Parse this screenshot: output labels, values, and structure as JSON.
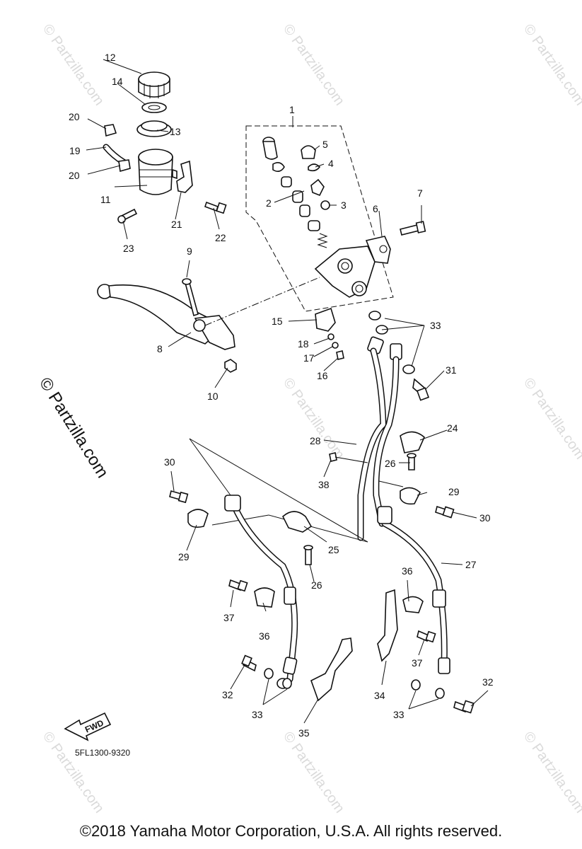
{
  "diagram": {
    "diagram_code": "5FL1300-9320",
    "fwd_label": "FWD",
    "copyright": "©2018 Yamaha Motor Corporation, U.S.A. All rights reserved.",
    "watermark_text": "© Partzilla.com",
    "callouts": [
      "1",
      "2",
      "3",
      "4",
      "5",
      "6",
      "7",
      "8",
      "9",
      "10",
      "11",
      "12",
      "13",
      "14",
      "15",
      "16",
      "17",
      "18",
      "19",
      "20",
      "20",
      "21",
      "22",
      "23",
      "24",
      "25",
      "26",
      "26",
      "27",
      "28",
      "29",
      "29",
      "30",
      "30",
      "31",
      "32",
      "32",
      "33",
      "33",
      "33",
      "34",
      "35",
      "36",
      "36",
      "37",
      "37",
      "38"
    ]
  }
}
